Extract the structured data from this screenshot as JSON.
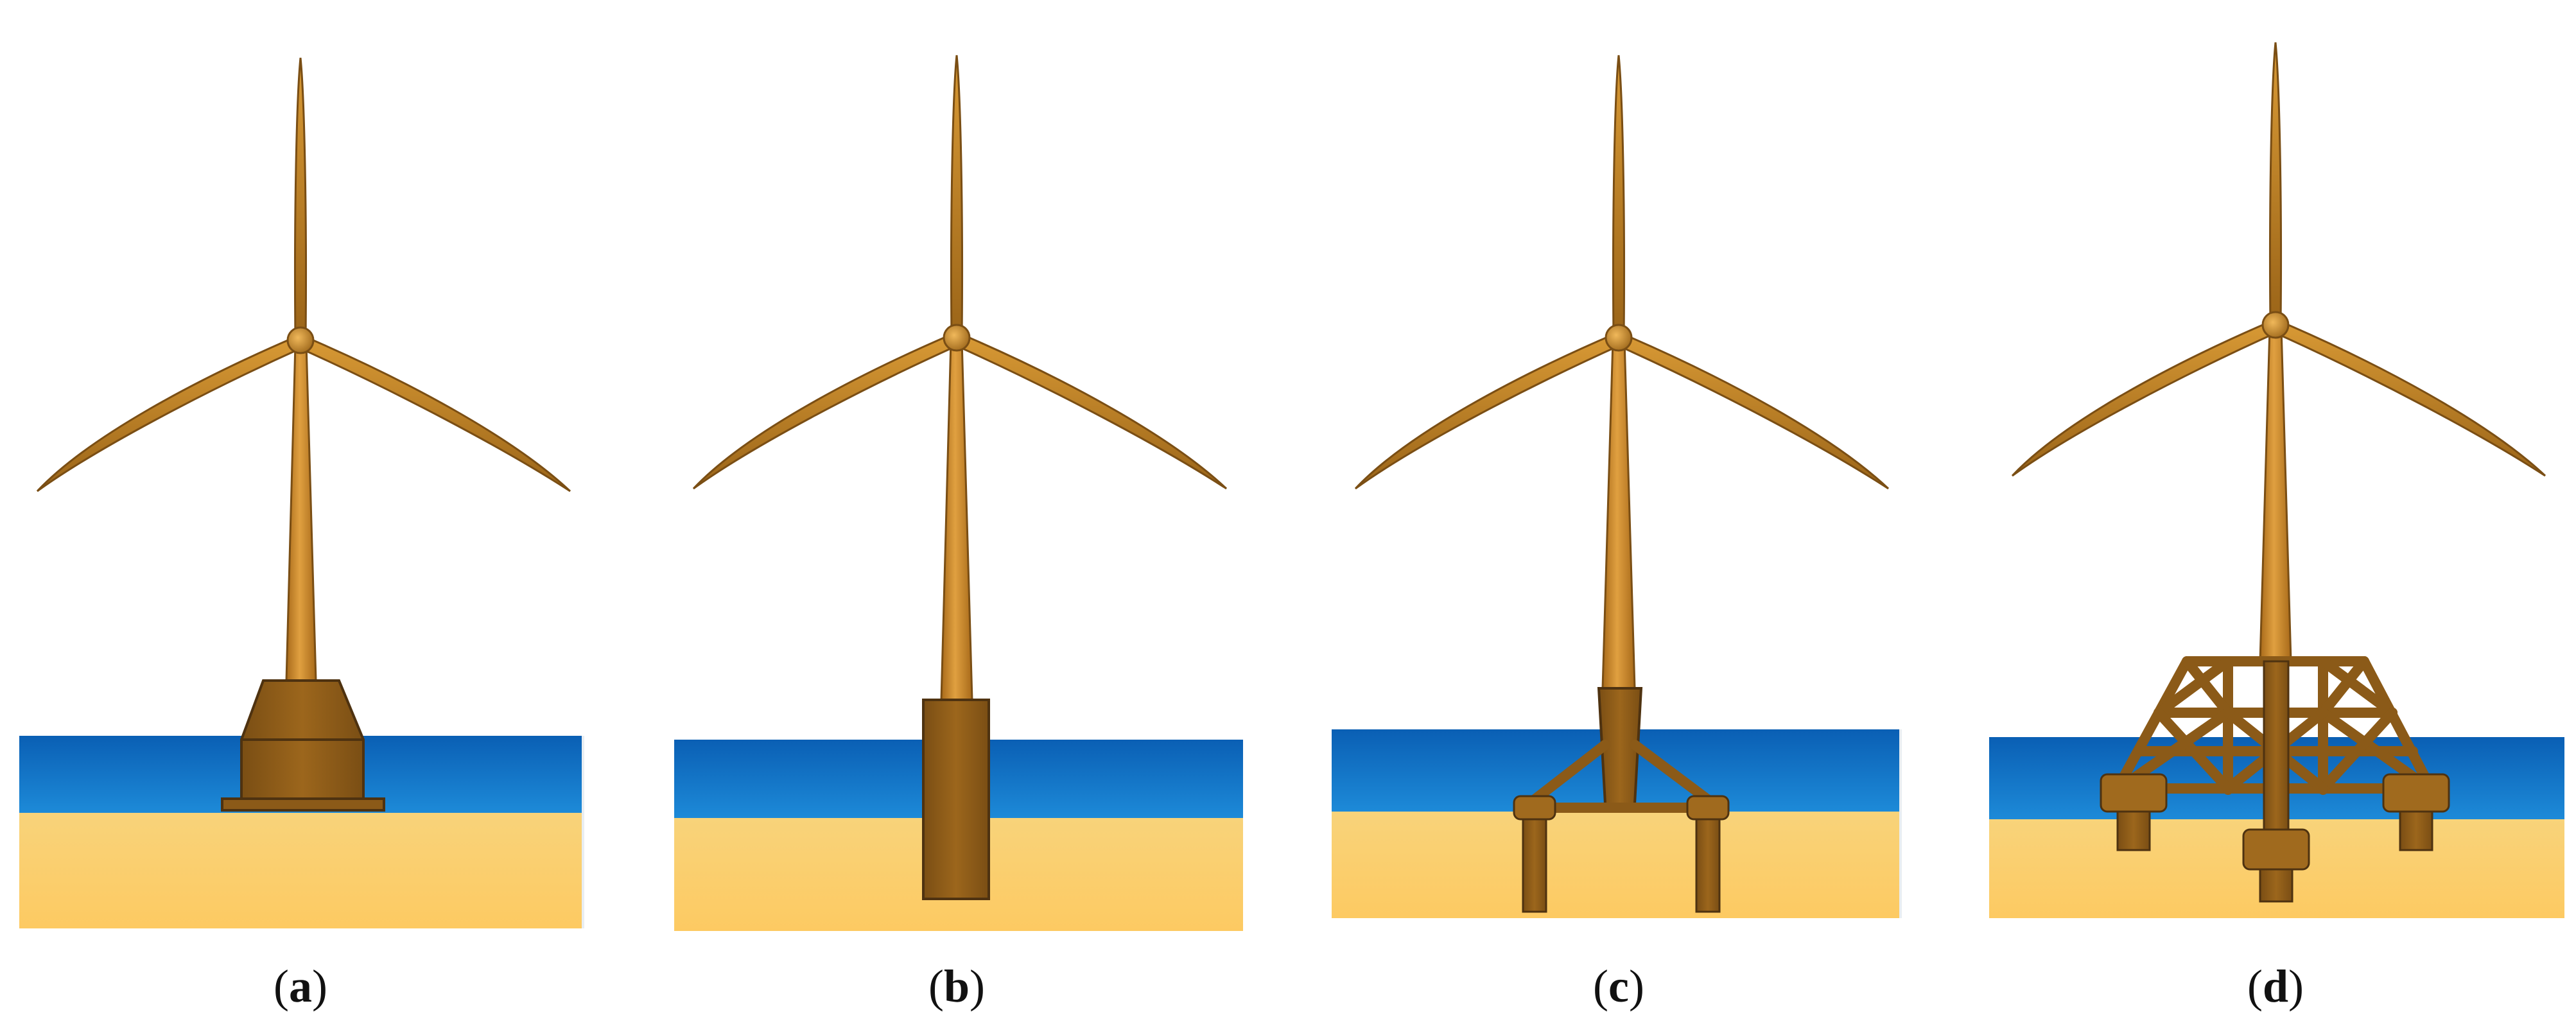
{
  "figure": {
    "panels": [
      {
        "id": "a",
        "open": "(",
        "letter": "a",
        "close": ")",
        "foundation": "gravity-base"
      },
      {
        "id": "b",
        "open": "(",
        "letter": "b",
        "close": ")",
        "foundation": "monopile"
      },
      {
        "id": "c",
        "open": "(",
        "letter": "c",
        "close": ")",
        "foundation": "tripod"
      },
      {
        "id": "d",
        "open": "(",
        "letter": "d",
        "close": ")",
        "foundation": "jacket"
      }
    ]
  },
  "colors": {
    "water_top": "#0a5fb4",
    "water_bottom": "#1d8ad8",
    "seabed_top": "#f8d37a",
    "seabed_bottom": "#fdca62",
    "turbine_light": "#e1a23c",
    "turbine_mid": "#c8821f",
    "turbine_dark": "#8a5a17",
    "structure": "#8b5a18",
    "outline": "#5a3c12"
  }
}
